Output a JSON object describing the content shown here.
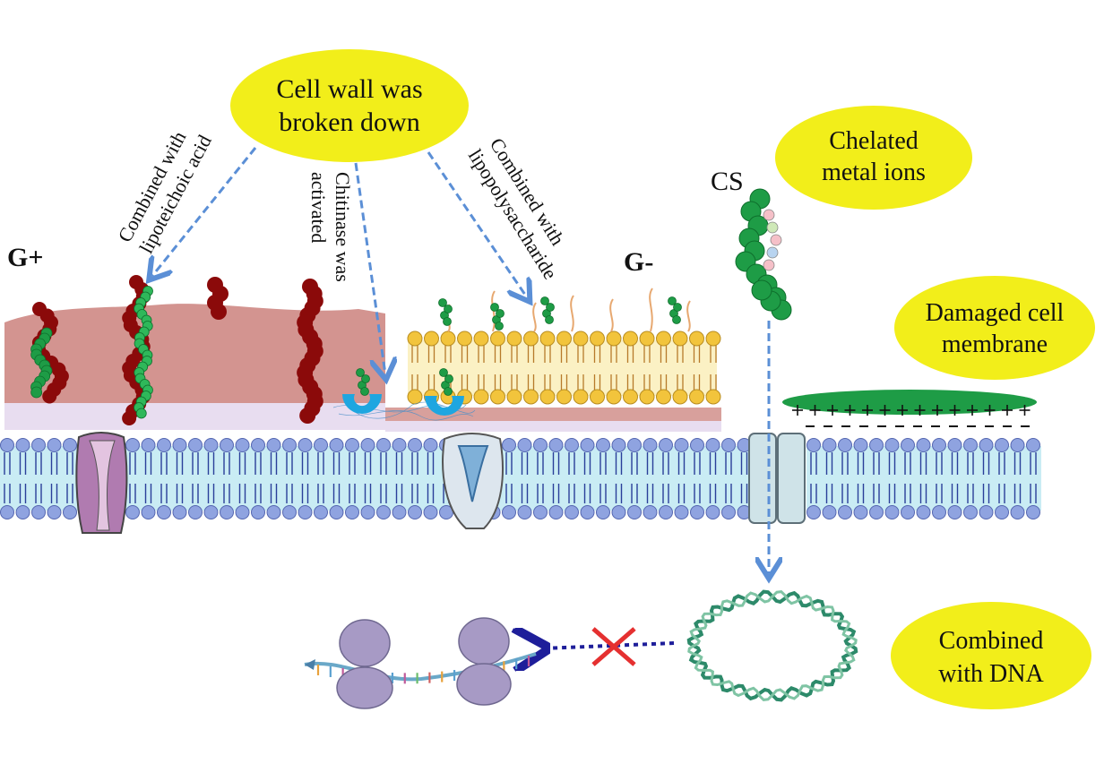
{
  "labels": {
    "gram_positive": "G+",
    "gram_negative": "G-",
    "chitosan": "CS",
    "lipoteichoic": [
      "Combined with",
      "lipoteichoic acid"
    ],
    "chitinase": [
      "Chitinase was",
      "activated"
    ],
    "lipopolysaccharide": [
      "Combined with",
      "lipopolysaccharide"
    ]
  },
  "bubbles": {
    "cell_wall": [
      "Cell wall was",
      "broken down"
    ],
    "chelated": [
      "Chelated",
      "metal ions"
    ],
    "membrane": [
      "Damaged cell",
      "membrane"
    ],
    "dna": [
      "Combined",
      "with DNA"
    ]
  },
  "colors": {
    "bubble": "#f2ee1a",
    "arrow": "#5b8fd6",
    "wall": "#d39490",
    "membrane_head": "#8fa3e0",
    "membrane_fill": "#c9ecf4",
    "lps_head": "#f2c43c",
    "chitosan": "#1e9c46",
    "teichoic": "#8b0a0a",
    "cross": "#e53030",
    "dna": "#2d8a6a"
  }
}
